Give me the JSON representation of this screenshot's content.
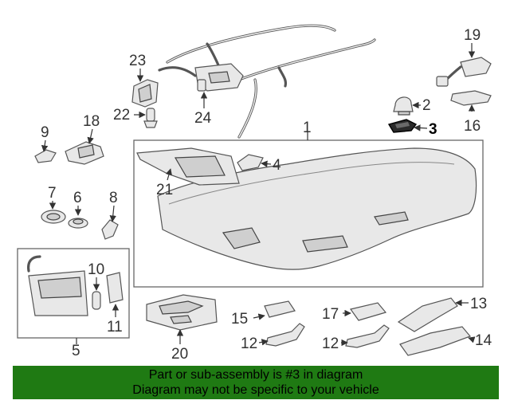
{
  "callouts": {
    "c1": "1",
    "c2": "2",
    "c3": "3",
    "c4": "4",
    "c5": "5",
    "c6": "6",
    "c7": "7",
    "c8": "8",
    "c9": "9",
    "c10": "10",
    "c11": "11",
    "c12a": "12",
    "c12b": "12",
    "c13": "13",
    "c14": "14",
    "c15": "15",
    "c16": "16",
    "c17": "17",
    "c18": "18",
    "c19": "19",
    "c20": "20",
    "c21": "21",
    "c22": "22",
    "c23": "23",
    "c24": "24"
  },
  "highlight_part": "3",
  "banner": {
    "line1": "Part or sub-assembly is #3 in diagram",
    "line2": "Diagram may not be specific to your vehicle"
  },
  "colors": {
    "banner_bg": "#1f7a13",
    "banner_text": "#000000",
    "line_art": "#555555"
  }
}
